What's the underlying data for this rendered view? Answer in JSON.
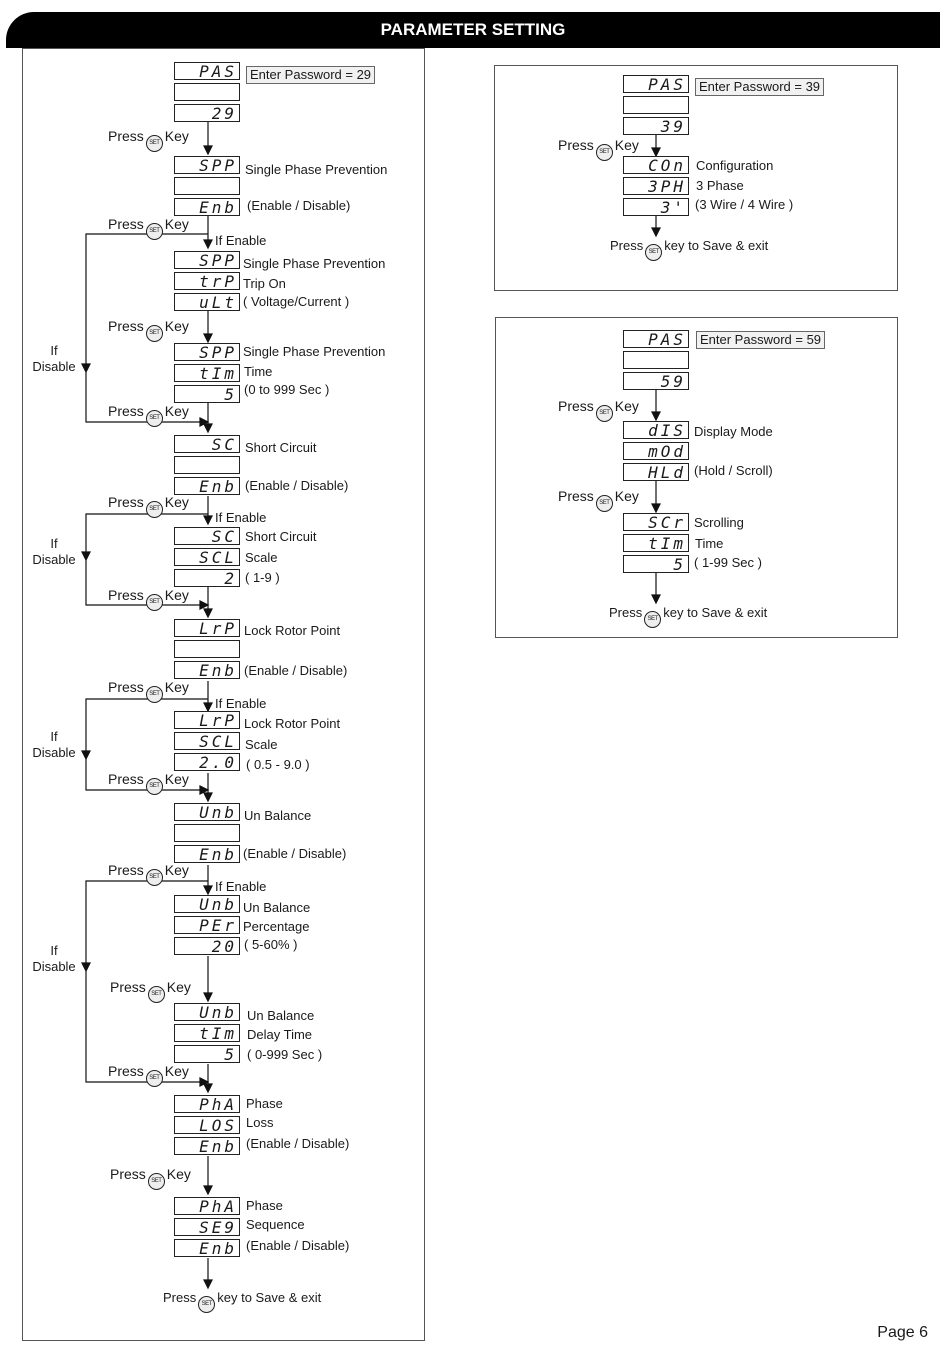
{
  "header": {
    "title": "PARAMETER SETTING"
  },
  "page_label": "Page 6",
  "common": {
    "press": "Press",
    "key": "Key",
    "set": "SET",
    "save_exit": "key to Save & exit",
    "if_enable": "If Enable",
    "if_disable_1": "If",
    "if_disable_2": "Disable"
  },
  "left": {
    "pas": {
      "d1": "PAS",
      "d2": "",
      "d3": "29",
      "note": "Enter Password = 29"
    },
    "spp1": {
      "d1": "SPP",
      "d2": "",
      "d3": "Enb",
      "l1": "Single Phase Prevention",
      "l3": "(Enable / Disable)"
    },
    "spp2": {
      "d1": "SPP",
      "d2": "trP",
      "d3": "uLt",
      "l1": "Single Phase Prevention",
      "l2": "Trip On",
      "l3": "( Voltage/Current )"
    },
    "spp3": {
      "d1": "SPP",
      "d2": "tIm",
      "d3": "5",
      "l1": "Single Phase Prevention",
      "l2": "Time",
      "l3": "(0 to 999 Sec )"
    },
    "sc1": {
      "d1": "SC",
      "d2": "",
      "d3": "Enb",
      "l1": "Short Circuit",
      "l3": "(Enable / Disable)"
    },
    "sc2": {
      "d1": "SC",
      "d2": "SCL",
      "d3": "2",
      "l1": "Short Circuit",
      "l2": "Scale",
      "l3": "( 1-9 )"
    },
    "lrp1": {
      "d1": "LrP",
      "d2": "",
      "d3": "Enb",
      "l1": "Lock Rotor Point",
      "l3": "(Enable / Disable)"
    },
    "lrp2": {
      "d1": "LrP",
      "d2": "SCL",
      "d3": "2.0",
      "l1": "Lock Rotor Point",
      "l2": "Scale",
      "l3": "( 0.5 - 9.0  )"
    },
    "unb1": {
      "d1": "Unb",
      "d2": "",
      "d3": "Enb",
      "l1": "Un Balance",
      "l3": "(Enable / Disable)"
    },
    "unb2": {
      "d1": "Unb",
      "d2": "PEr",
      "d3": "20",
      "l1": "Un Balance",
      "l2": "Percentage",
      "l3": "( 5-60% )"
    },
    "unb3": {
      "d1": "Unb",
      "d2": "tIm",
      "d3": "5",
      "l1": "Un Balance",
      "l2": "Delay Time",
      "l3": "( 0-999 Sec )"
    },
    "pha1": {
      "d1": "PhA",
      "d2": "LOS",
      "d3": "Enb",
      "l1": "Phase",
      "l2": "Loss",
      "l3": "(Enable / Disable)"
    },
    "pha2": {
      "d1": "PhA",
      "d2": "SE9",
      "d3": "Enb",
      "l1": "Phase",
      "l2": "Sequence",
      "l3": "(Enable / Disable)"
    }
  },
  "right1": {
    "pas": {
      "d1": "PAS",
      "d2": "",
      "d3": "39",
      "note": "Enter Password = 39"
    },
    "con": {
      "d1": "COn",
      "d2": "3PH",
      "d3": "3'",
      "l1": "Configuration",
      "l2": "3 Phase",
      "l3": "(3 Wire / 4 Wire )"
    }
  },
  "right2": {
    "pas": {
      "d1": "PAS",
      "d2": "",
      "d3": "59",
      "note": "Enter Password = 59"
    },
    "dis": {
      "d1": "dIS",
      "d2": "mOd",
      "d3": "HLd",
      "l1": "Display Mode",
      "l3": "(Hold / Scroll)"
    },
    "scr": {
      "d1": "SCr",
      "d2": "tIm",
      "d3": "5",
      "l1": "Scrolling",
      "l2": "Time",
      "l3": "( 1-99 Sec )"
    }
  }
}
